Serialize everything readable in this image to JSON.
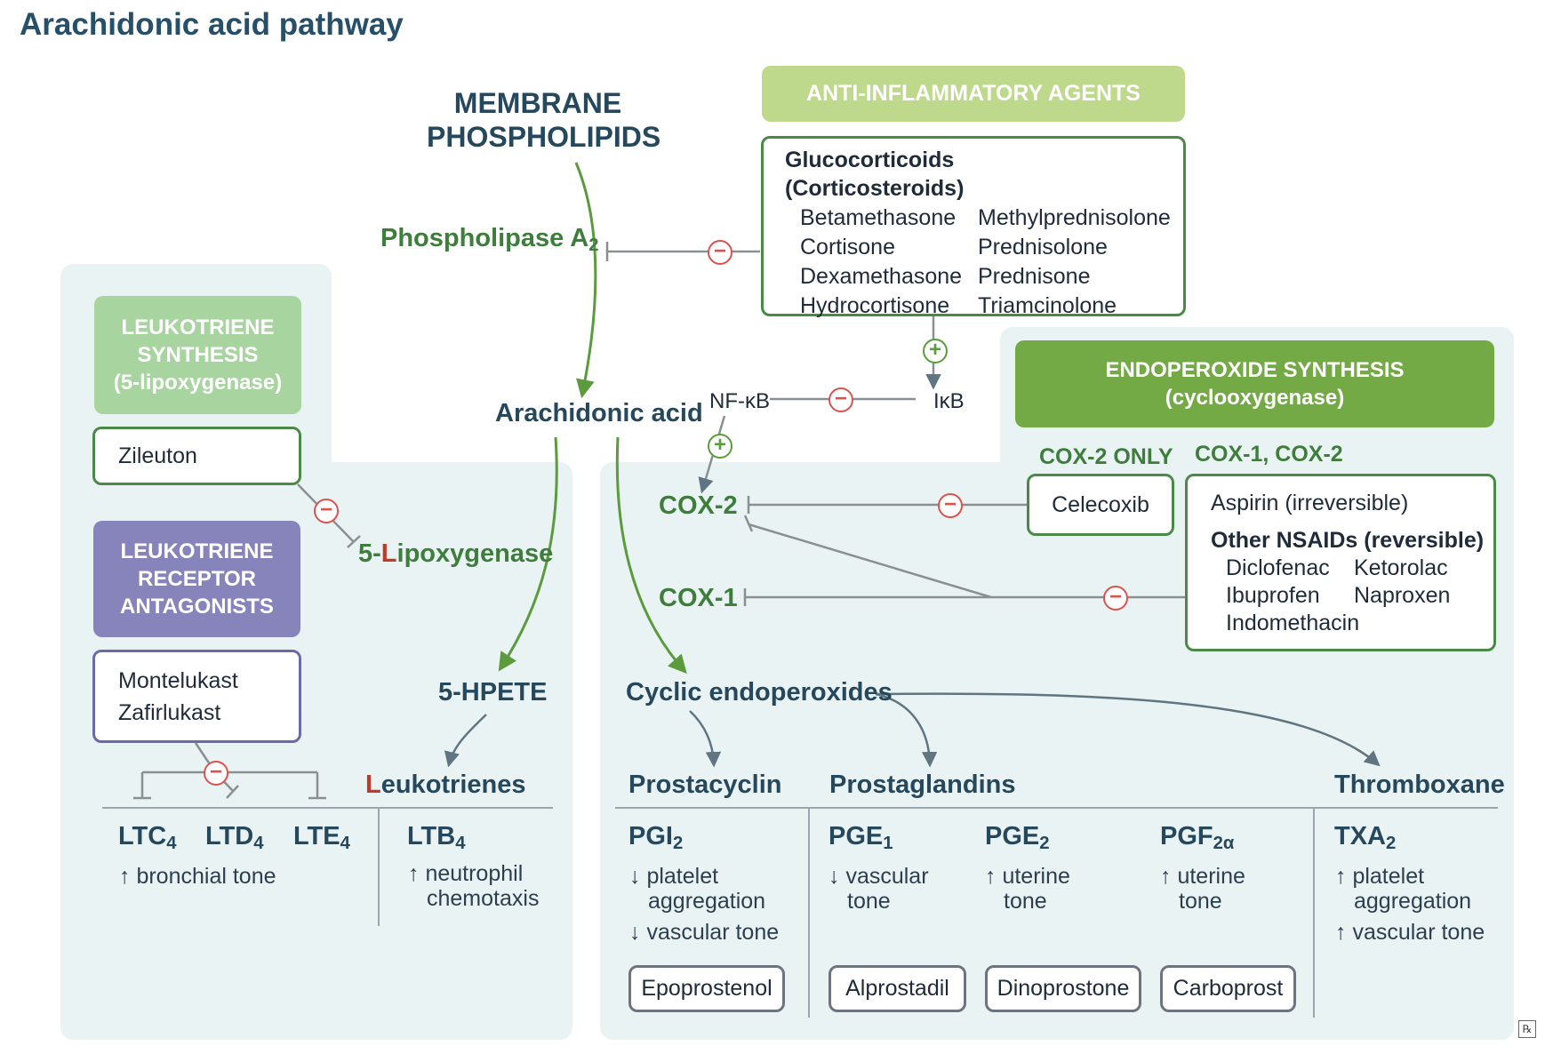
{
  "title": "Arachidonic acid pathway",
  "colors": {
    "panel": "#eaf3f3",
    "header_light_green": "#bfd98c",
    "header_lt_green": "#a8d4a0",
    "header_dark_green": "#74aa46",
    "header_purple": "#8784bb",
    "text_green": "#3e7d3c",
    "text_navy": "#25485d",
    "inhibit_red": "#d9534f",
    "activate_green": "#5a9d3c"
  },
  "membrane": {
    "line1": "MEMBRANE",
    "line2": "PHOSPHOLIPIDS"
  },
  "phospholipase": {
    "text": "Phospholipase A",
    "sub": "2"
  },
  "anti_inflammatory": {
    "header": "ANTI-INFLAMMATORY AGENTS",
    "group_line1": "Glucocorticoids",
    "group_line2": "(Corticosteroids)",
    "col1": [
      "Betamethasone",
      "Cortisone",
      "Dexamethasone",
      "Hydrocortisone"
    ],
    "col2": [
      "Methylprednisolone",
      "Prednisolone",
      "Prednisone",
      "Triamcinolone"
    ]
  },
  "arachidonic": "Arachidonic acid",
  "nfkb": "NF-κB",
  "ikb": "IκB",
  "signs": {
    "minus": "−",
    "plus": "+"
  },
  "leukotriene_synthesis": {
    "line1": "LEUKOTRIENE",
    "line2": "SYNTHESIS",
    "line3": "(5-lipoxygenase)",
    "drug": "Zileuton"
  },
  "five_lox": {
    "prefix": "5-",
    "letter": "L",
    "rest": "ipoxygenase"
  },
  "ltra": {
    "line1": "LEUKOTRIENE",
    "line2": "RECEPTOR",
    "line3": "ANTAGONISTS",
    "drugs": [
      "Montelukast",
      "Zafirlukast"
    ]
  },
  "endoperoxide": {
    "header_line1": "ENDOPEROXIDE SYNTHESIS",
    "header_line2": "(cyclooxygenase)",
    "cox2_only_label": "COX-2 ONLY",
    "cox12_label": "COX-1, COX-2",
    "celecoxib": "Celecoxib",
    "aspirin": "Aspirin (irreversible)",
    "nsaids_title": "Other NSAIDs (reversible)",
    "nsaid_col1": [
      "Diclofenac",
      "Ibuprofen",
      "Indomethacin"
    ],
    "nsaid_col2": [
      "Ketorolac",
      "Naproxen"
    ]
  },
  "cox2": "COX-2",
  "cox1": "COX-1",
  "hpete": "5-HPETE",
  "leukotrienes": {
    "letter": "L",
    "rest": "eukotrienes"
  },
  "cyclic": "Cyclic endoperoxides",
  "categories": {
    "prostacyclin": "Prostacyclin",
    "prostaglandins": "Prostaglandins",
    "thromboxane": "Thromboxane"
  },
  "ltc4": {
    "text": "LTC",
    "sub": "4"
  },
  "ltd4": {
    "text": "LTD",
    "sub": "4"
  },
  "lte4": {
    "text": "LTE",
    "sub": "4"
  },
  "ltb4": {
    "text": "LTB",
    "sub": "4"
  },
  "lt_effect": "↑ bronchial tone",
  "ltb4_effect": {
    "line1": "↑ neutrophil",
    "line2": "chemotaxis"
  },
  "pgi2": {
    "text": "PGI",
    "sub": "2",
    "effect1_line1": "↓ platelet",
    "effect1_line2": "aggregation",
    "effect2": "↓ vascular tone",
    "drug": "Epoprostenol"
  },
  "pge1": {
    "text": "PGE",
    "sub": "1",
    "line1": "↓ vascular",
    "line2": "tone",
    "drug": "Alprostadil"
  },
  "pge2": {
    "text": "PGE",
    "sub": "2",
    "line1": "↑ uterine",
    "line2": "tone",
    "drug": "Dinoprostone"
  },
  "pgf2a": {
    "text": "PGF",
    "sub": "2α",
    "line1": "↑ uterine",
    "line2": "tone",
    "drug": "Carboprost"
  },
  "txa2": {
    "text": "TXA",
    "sub": "2",
    "effect1_line1": "↑ platelet",
    "effect1_line2": "aggregation",
    "effect2": "↑ vascular tone"
  },
  "corner_mark": "℞"
}
